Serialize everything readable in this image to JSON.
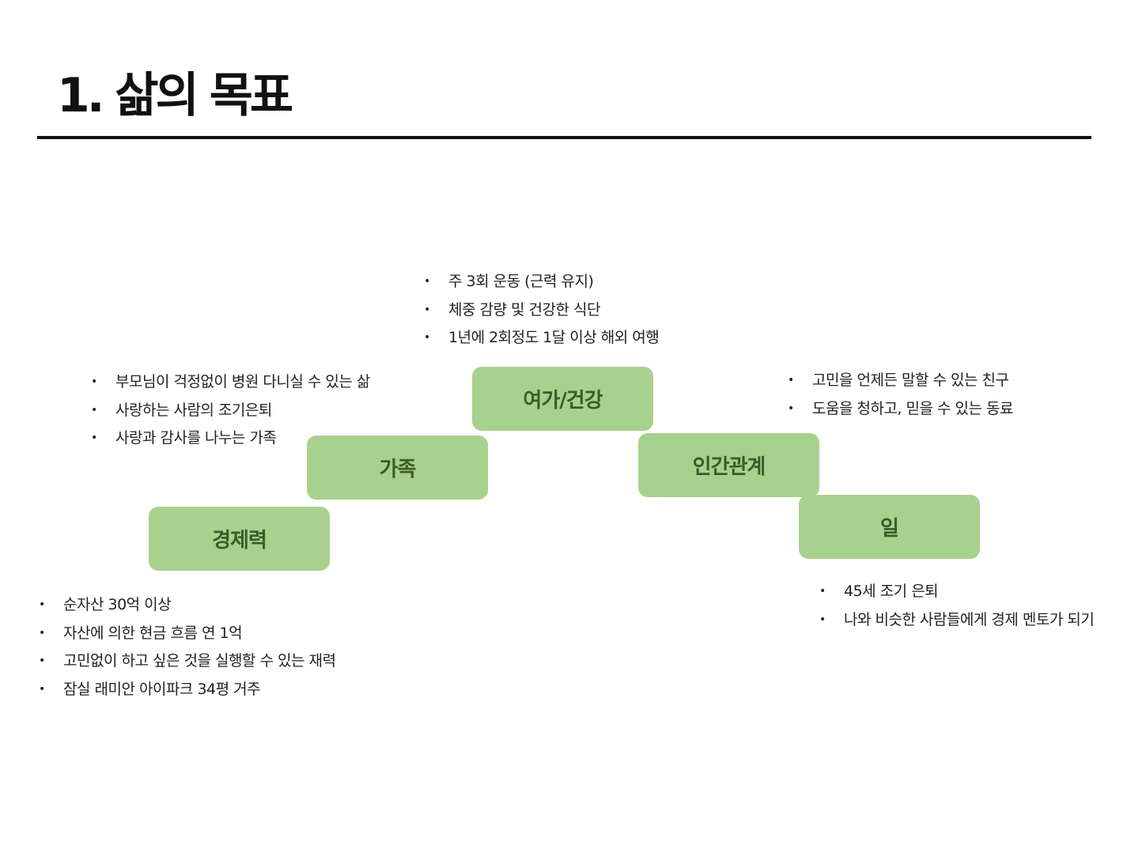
{
  "title": "1. 삶의 목표",
  "colors": {
    "box": "#a9d18e",
    "box_text": "#3b5b2a"
  },
  "goals": {
    "economy": {
      "label": "경제력",
      "items": [
        "순자산 30억 이상",
        "자산에 의한 현금 흐름 연 1억",
        "고민없이 하고 싶은 것을 실행할 수 있는 재력",
        "잠실 래미안 아이파크 34평 거주"
      ]
    },
    "family": {
      "label": "가족",
      "items": [
        "부모님이 걱정없이 병원 다니실 수 있는 삶",
        "사랑하는 사람의 조기은퇴",
        "사랑과 감사를 나누는 가족"
      ]
    },
    "leisure": {
      "label": "여가/건강",
      "items": [
        "주 3회 운동 (근력 유지)",
        "체중 감량 및 건강한 식단",
        "1년에 2회정도 1달 이상 해외 여행"
      ]
    },
    "relations": {
      "label": "인간관계",
      "items": [
        "고민을 언제든 말할 수 있는 친구",
        "도움을 청하고, 믿을 수 있는 동료"
      ]
    },
    "work": {
      "label": "일",
      "items": [
        "45세 조기 은퇴",
        "나와 비슷한 사람들에게 경제 멘토가 되기"
      ]
    }
  },
  "bullet": "•"
}
